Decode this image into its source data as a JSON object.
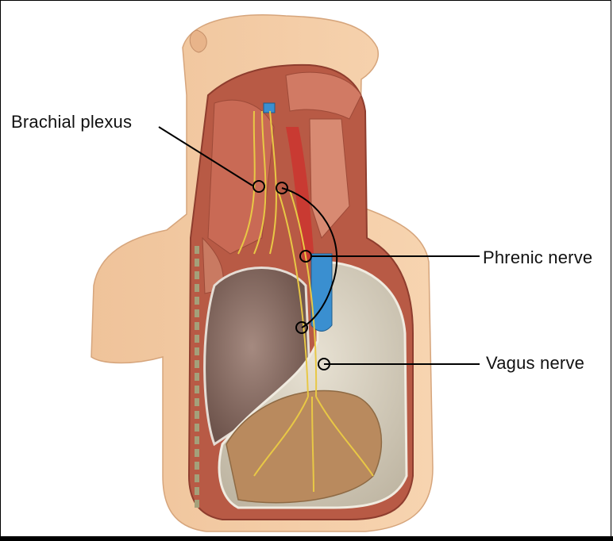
{
  "labels": {
    "brachial_plexus": "Brachial plexus",
    "phrenic_nerve": "Phrenic nerve",
    "vagus_nerve": "Vagus nerve"
  },
  "colors": {
    "skin": "#f3c9a0",
    "muscle": "#c9614f",
    "nerve": "#e8c845",
    "vein": "#3a8fd0",
    "artery": "#c93a32",
    "lung": "#8c6f67",
    "diaphragm": "#d9d2c2",
    "leader_line": "#000000"
  }
}
